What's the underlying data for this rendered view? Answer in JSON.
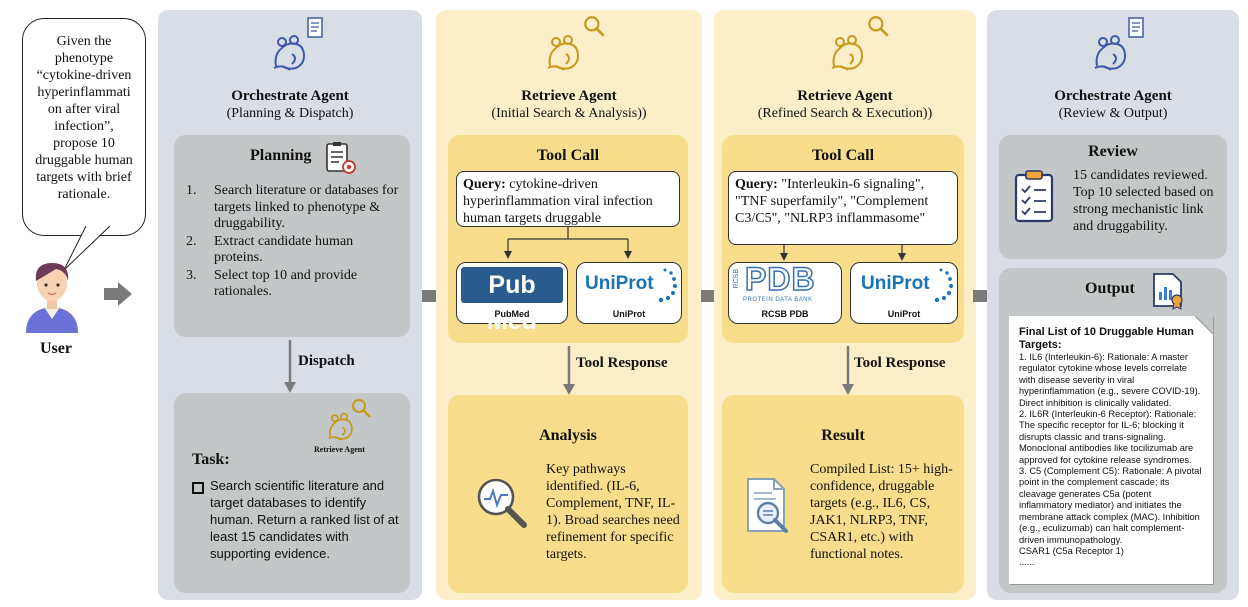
{
  "user": {
    "label": "User",
    "prompt": "Given the phenotype “cytokine-driven hyperinflammati on after viral infection”, propose 10 druggable human targets with brief rationale."
  },
  "columns": [
    {
      "agent_title": "Orchestrate Agent",
      "agent_sub": "(Planning & Dispatch)",
      "planning": {
        "title": "Planning",
        "steps": [
          {
            "n": "1.",
            "text": "Search literature or databases for targets linked to phenotype & druggability."
          },
          {
            "n": "2.",
            "text": "Extract candidate human proteins."
          },
          {
            "n": "3.",
            "text": "Select top 10 and provide rationales."
          }
        ]
      },
      "dispatch_label": "Dispatch",
      "task": {
        "title": "Task:",
        "badge": "Retrieve Agent",
        "text": "Search scientific literature and target databases to identify human. Return a ranked list of at least 15 candidates with supporting evidence."
      }
    },
    {
      "agent_title": "Retrieve Agent",
      "agent_sub": "(Initial Search & Analysis))",
      "tool_call": {
        "title": "Tool Call",
        "query_label": "Query:",
        "query_text": " cytokine-driven hyperinflammation viral infection human targets druggable",
        "tools": [
          {
            "name": "PubMed",
            "logo": "Pub Med"
          },
          {
            "name": "UniProt",
            "logo": "UniProt"
          }
        ]
      },
      "response_label": "Tool Response",
      "analysis": {
        "title": "Analysis",
        "text": "Key pathways identified. (IL-6, Complement, TNF, IL-1). Broad searches need refinement for specific targets."
      }
    },
    {
      "agent_title": "Retrieve Agent",
      "agent_sub": "(Refined Search & Execution))",
      "tool_call": {
        "title": "Tool Call",
        "query_label": "Query:",
        "query_text": " \"Interleukin-6 signaling\", \"TNF superfamily\", \"Complement C3/C5\", \"NLRP3 inflammasome\"",
        "tools": [
          {
            "name": "RCSB PDB",
            "logo": "PDB",
            "logo_sub": "PROTEIN DATA BANK",
            "logo_small": "RCSB"
          },
          {
            "name": "UniProt",
            "logo": "UniProt"
          }
        ]
      },
      "response_label": "Tool Response",
      "result": {
        "title": "Result",
        "text": "Compiled List: 15+ high-confidence, druggable targets (e.g., IL6, CS, JAK1, NLRP3, TNF, CSAR1, etc.) with functional notes."
      }
    },
    {
      "agent_title": "Orchestrate Agent",
      "agent_sub": "(Review & Output)",
      "review": {
        "title": "Review",
        "text": "15 candidates reviewed. Top 10 selected based on strong mechanistic link and druggability."
      },
      "output": {
        "title": "Output",
        "heading": "Final List of 10 Druggable Human Targets:",
        "lines": [
          "1. IL6 (Interleukin-6): Rationale: A master regulator cytokine whose levels correlate with disease severity in viral hyperinflammation (e.g., severe COVID-19). Direct inhibition is clinically validated.",
          "2. IL6R (Interleukin-6 Receptor): Rationale: The specific receptor for IL-6; blocking it disrupts classic and trans-signaling. Monoclonal antibodies like tocilizumab are approved for cytokine release syndromes.",
          "3. C5 (Complement C5): Rationale: A pivotal point in the complement cascade; its cleavage generates C5a (potent inflammatory mediator) and initiates the membrane attack complex (MAC). Inhibition (e.g., eculizumab) can halt complement-driven immunopathology.",
          "CSAR1 (C5a Receptor 1)",
          "......"
        ]
      }
    }
  ],
  "colors": {
    "grey_panel": "#d9dde6",
    "grey_card": "#c3c7c8",
    "yellow_panel": "#fbeec8",
    "yellow_card": "#f8dd8c",
    "arrow": "#7a7a7a",
    "pubmed_blue": "#2a5b8f",
    "uniprot_blue": "#1a73b5",
    "pdb_blue": "#3572b0"
  },
  "icons": [
    "frog-agent-icon",
    "document-icon",
    "search-icon",
    "checklist-icon",
    "report-icon",
    "magnifier-chart-icon",
    "document-search-icon",
    "user-avatar"
  ]
}
